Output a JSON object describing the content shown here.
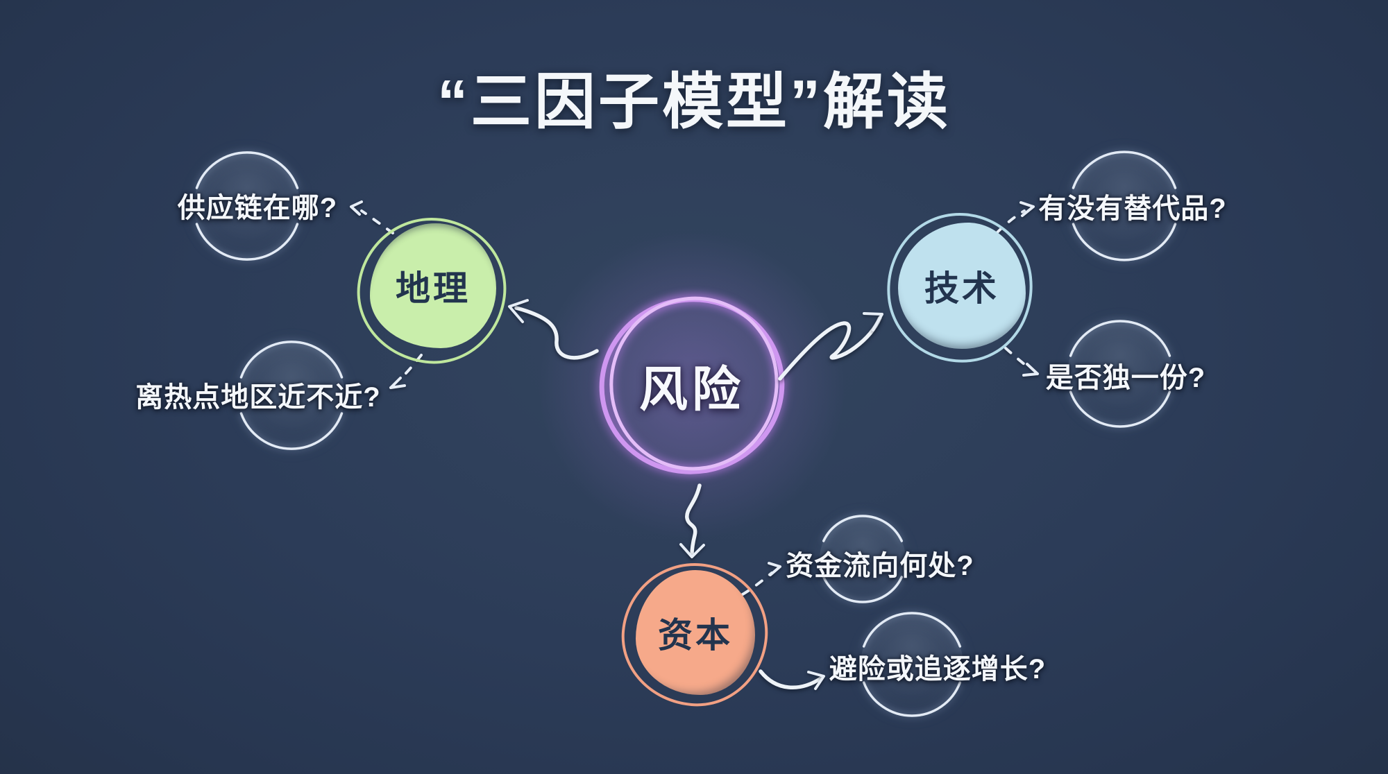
{
  "title": "“三因子模型”解读",
  "center": {
    "label": "风险"
  },
  "factors": [
    {
      "id": "geography",
      "label": "地理",
      "fill_color": "#c9eeab",
      "questions": [
        "供应链在哪?",
        "离热点地区近不近?"
      ]
    },
    {
      "id": "technology",
      "label": "技术",
      "fill_color": "#bfe1ee",
      "questions": [
        "有没有替代品?",
        "是否独一份?"
      ]
    },
    {
      "id": "capital",
      "label": "资本",
      "fill_color": "#f6a98a",
      "questions": [
        "资金流向何处?",
        "避险或追逐增长?"
      ]
    }
  ],
  "colors": {
    "background": "#2b3b56",
    "center_ring": "#cf97f0",
    "center_glow": "#ac7ae2",
    "node_label_text": "#22344e",
    "question_text": "#f4f7fb",
    "bubble_ring": "#e6edf6",
    "arrow": "#eef3f8"
  }
}
